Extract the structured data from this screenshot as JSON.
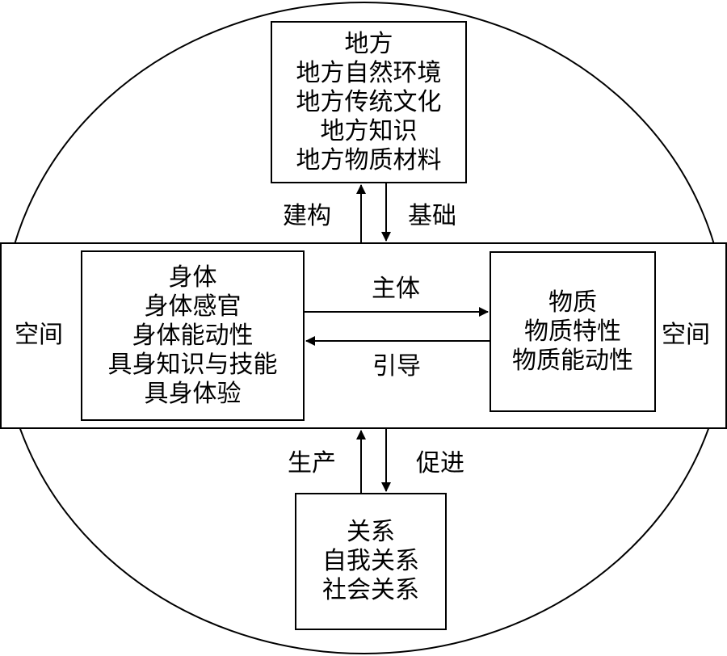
{
  "colors": {
    "line": "#000000",
    "background": "#ffffff"
  },
  "place_box": {
    "lines": [
      "地方",
      "地方自然环境",
      "地方传统文化",
      "地方知识",
      "地方物质材料"
    ]
  },
  "body_box": {
    "lines": [
      "身体",
      "身体感官",
      "身体能动性",
      "具身知识与技能",
      "具身体验"
    ]
  },
  "material_box": {
    "lines": [
      "物质",
      "物质特性",
      "物质能动性"
    ]
  },
  "relation_box": {
    "lines": [
      "关系",
      "自我关系",
      "社会关系"
    ]
  },
  "labels": {
    "construct": "建构",
    "foundation": "基础",
    "subject": "主体",
    "guide": "引导",
    "produce": "生产",
    "promote": "促进",
    "space_left": "空间",
    "space_right": "空间"
  }
}
